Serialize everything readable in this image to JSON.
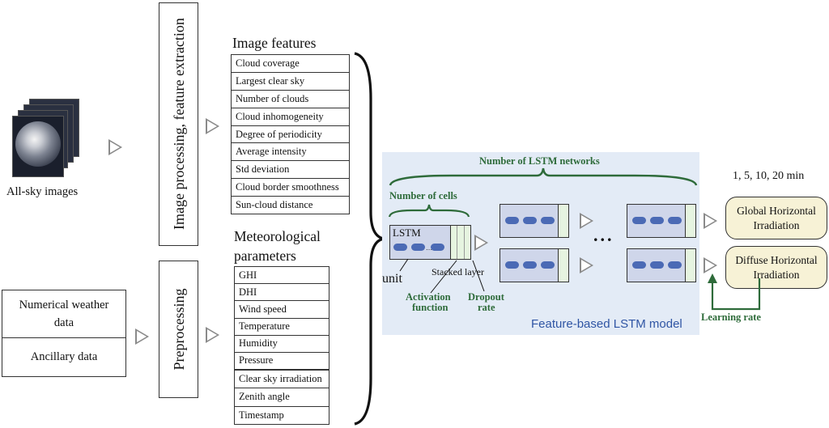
{
  "allsky": {
    "label": "All-sky images"
  },
  "image_processing": {
    "label": "Image processing, feature extraction"
  },
  "image_features": {
    "title": "Image features",
    "items": [
      "Cloud coverage",
      "Largest clear sky",
      "Number of clouds",
      "Cloud inhomogeneity",
      "Degree of periodicity",
      "Average intensity",
      "Std deviation",
      "Cloud border smoothness",
      "Sun-cloud distance"
    ]
  },
  "inputs": {
    "nwp": "Numerical weather data",
    "ancillary": "Ancillary data"
  },
  "preprocessing": {
    "label": "Preprocessing"
  },
  "meteo": {
    "title_line1": "Meteorological",
    "title_line2": "parameters",
    "items": [
      "GHI",
      "DHI",
      "Wind speed",
      "Temperature",
      "Humidity",
      "Pressure"
    ],
    "items2": [
      "Clear sky irradiation",
      "Zenith angle",
      "Timestamp"
    ]
  },
  "model": {
    "num_networks": "Number of LSTM networks",
    "num_cells": "Number of cells",
    "lstm": "LSTM",
    "unit": "unit",
    "stacked_layer": "Stacked layer",
    "activation_line1": "Activation",
    "activation_line2": "function",
    "dropout_line1": "Dropout",
    "dropout_line2": "rate",
    "ellipsis": "...",
    "caption": "Feature-based LSTM model"
  },
  "horizons": "1, 5, 10, 20 min",
  "outputs": {
    "ghi_line1": "Global Horizontal",
    "ghi_line2": "Irradiation",
    "dhi_line1": "Diffuse Horizontal",
    "dhi_line2": "Irradiation"
  },
  "learning_rate": "Learning rate",
  "colors": {
    "panel": "#e3ebf6",
    "lstm_fill": "#cfd6ea",
    "cell": "#4b6ab5",
    "green": "#2e6b3a",
    "output": "#f7f2d6"
  }
}
